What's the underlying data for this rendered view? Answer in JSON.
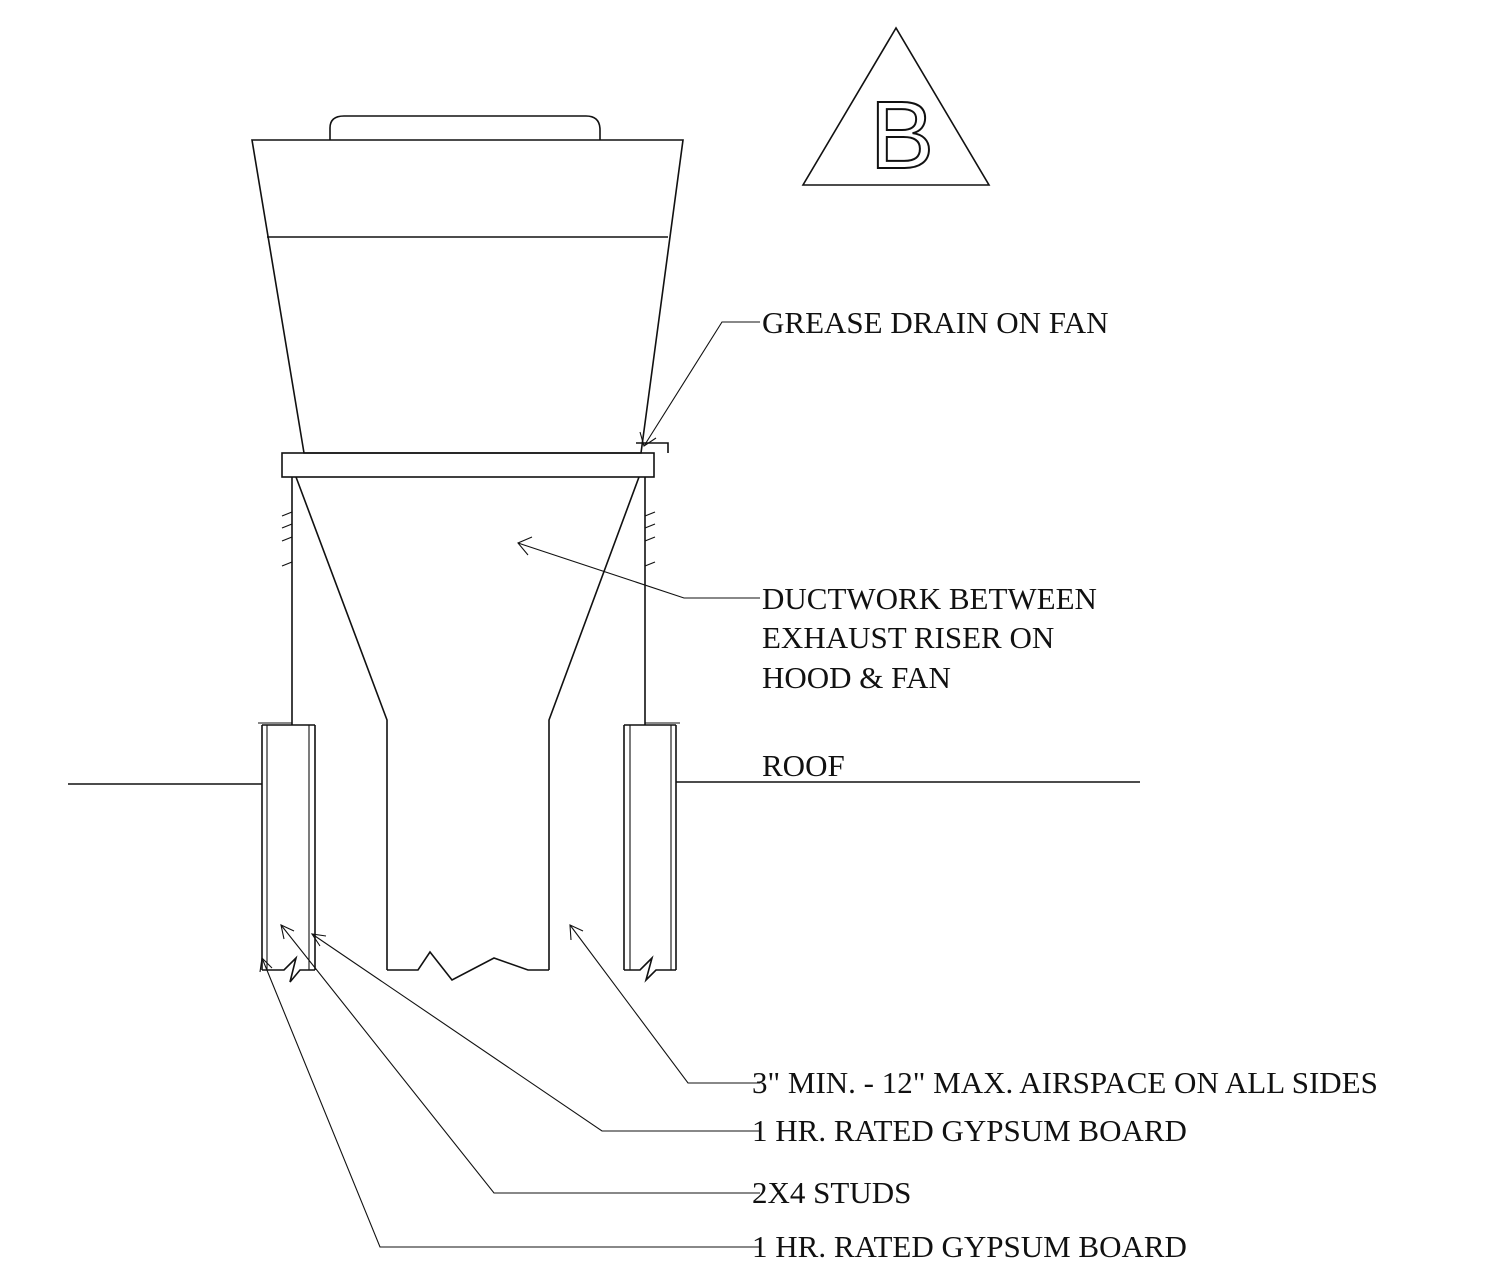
{
  "detail_tag": "B",
  "labels": {
    "grease_drain": "GREASE DRAIN ON FAN",
    "ductwork_line1": "DUCTWORK BETWEEN",
    "ductwork_line2": "EXHAUST RISER ON",
    "ductwork_line3": "HOOD & FAN",
    "roof": "ROOF",
    "airspace": "3\" MIN. - 12\" MAX. AIRSPACE ON ALL SIDES",
    "gypsum_inner": "1 HR. RATED GYPSUM BOARD",
    "studs": "2X4 STUDS",
    "gypsum_outer": "1 HR. RATED GYPSUM BOARD"
  }
}
